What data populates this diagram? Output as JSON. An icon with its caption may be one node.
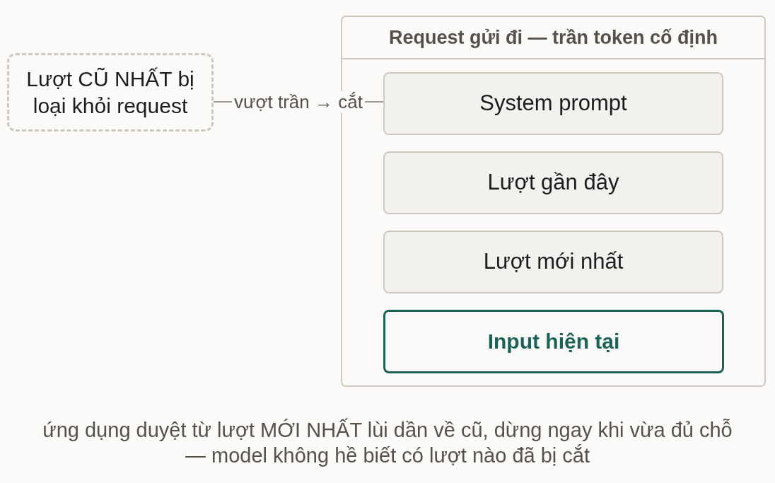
{
  "diagram": {
    "nodes": [
      {
        "text": [
          "Request gửi đi — trần token cố định"
        ]
      },
      {
        "text": [
          "System prompt"
        ],
        "in": 0
      },
      {
        "text": [
          "Lượt gần đây"
        ],
        "in": 0
      },
      {
        "text": [
          "Lượt mới nhất"
        ],
        "in": 0
      },
      {
        "text": [
          "Input hiện tại"
        ],
        "in": 0
      },
      {
        "text": [
          "Lượt CŨ NHẤT bị loại khỏi request"
        ]
      }
    ],
    "edges": [
      {
        "from": 5,
        "to": 1,
        "arrow": "none",
        "label": "vượt trần → cắt"
      }
    ],
    "caption": "ứng dụng duyệt từ lượt MỚI NHẤT lùi dần về cũ, dừng ngay khi vừa đủ chỗ — model không hề biết có lượt nào đã bị cắt"
  }
}
